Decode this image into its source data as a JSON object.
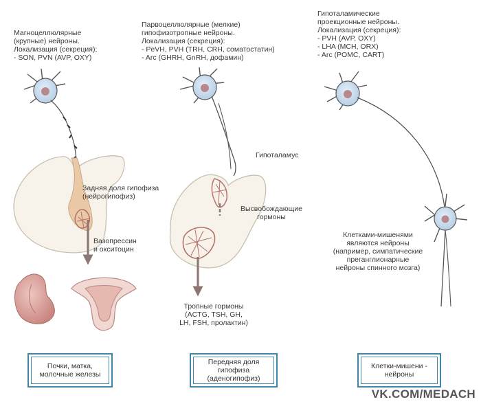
{
  "columns": [
    {
      "header": "Магноцеллюлярные\n(крупные) нейроны.\nЛокализация (секреция);\n- SON, PVN (AVP, OXY)",
      "labels": {
        "lobe": "Задняя доля гипофиза\n(нейрогипофиз)",
        "hormones": "Вазопрессин\nи окситоцин"
      },
      "box": "Почки, матка,\nмолочные железы"
    },
    {
      "header": "Парвоцеллюлярные (мелкие)\nгипофизотропные нейроны.\nЛокализация (секреция):\n- PeVH, PVH (TRH, CRH, соматостатин)\n- Arc (GHRH, GnRH, дофамин)",
      "labels": {
        "hypothalamus": "Гипоталамус",
        "releasing": "Высвобождающие\nгормоны",
        "tropic": "Тропные гормоны\n(ACTG, TSH, GH,\nLH, FSH, пролактин)"
      },
      "box": "Передняя доля\nгипофиза\n(аденогипофиз)"
    },
    {
      "header": "Гипоталамические\nпроекционные нейроны.\nЛокализация (секреция):\n- PVH (AVP, OXY)\n- LHA (MCH, ORX)\n- Arc (POMC, CART)",
      "labels": {
        "targets": "Клетками-мишенями\nявляются нейроны\n(например, симпатические\nпреганглионарные\nнейроны спинного мозга)"
      },
      "box": "Клетки-мишени -\nнейроны"
    }
  ],
  "watermark": "VK.COM/MEDACH",
  "colors": {
    "neuron_body": "#c9dcef",
    "nucleus": "#b8888f",
    "gland": "#f7f3ea",
    "gland_stroke": "#c9bfae",
    "stalk": "#e9c9a6",
    "vessel": "#b5706a",
    "arrow": "#8a7772",
    "box_border": "#3f86a8",
    "kidney": "#d49a95",
    "uterus": "#e6b8b0"
  }
}
